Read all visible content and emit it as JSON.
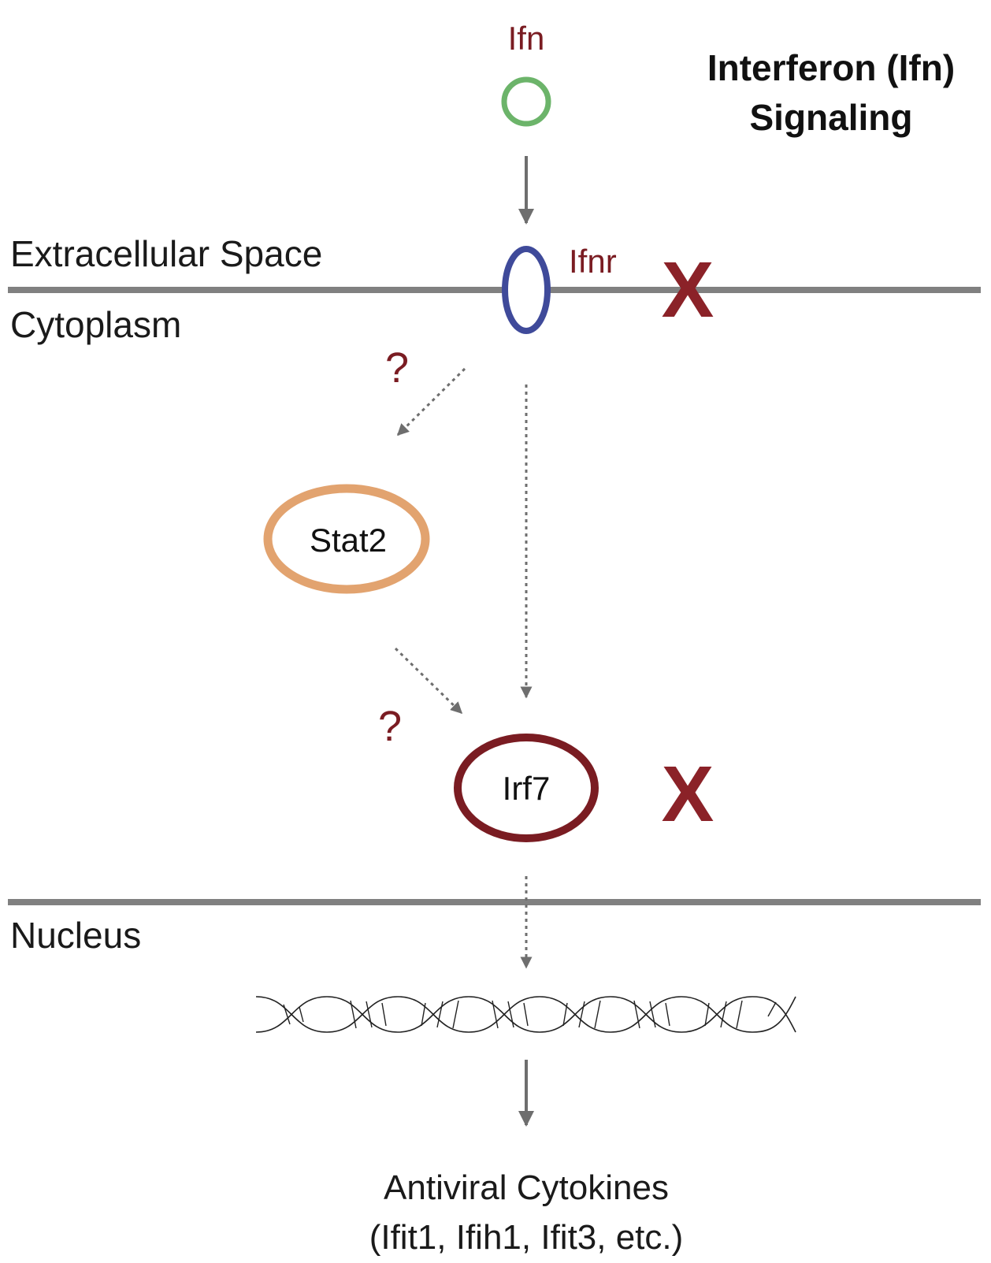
{
  "title": {
    "line1": "Interferon (Ifn)",
    "line2": "Signaling"
  },
  "regions": {
    "extracellular": "Extracellular Space",
    "cytoplasm": "Cytoplasm",
    "nucleus": "Nucleus"
  },
  "molecules": {
    "ifn": "Ifn",
    "ifnr": "Ifnr",
    "stat2": "Stat2",
    "irf7": "Irf7"
  },
  "markers": {
    "question": "?",
    "knockout": "X"
  },
  "output": {
    "line1": "Antiviral Cytokines",
    "line2": "(Ifit1, Ifih1, Ifit3, etc.)"
  },
  "colors": {
    "ifn_ring": "#6cb46a",
    "ifnr_ring": "#3f4a9a",
    "stat2_ring": "#e2a36f",
    "irf7_ring": "#7a1c22",
    "label_red": "#7a1c22",
    "membrane": "#808080",
    "arrow": "#6e6e6e"
  }
}
